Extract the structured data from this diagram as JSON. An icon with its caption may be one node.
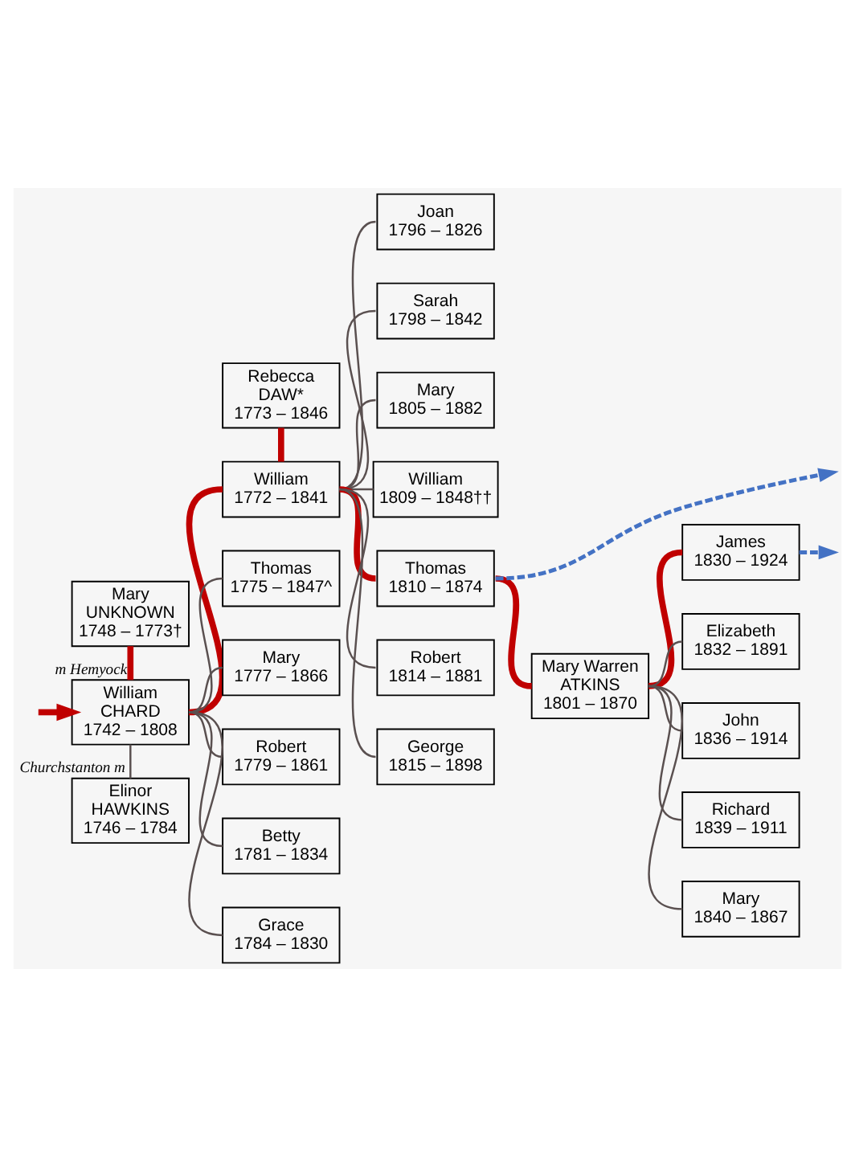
{
  "diagram": {
    "nodes": [
      {
        "text": [
          "Mary UNKNOWN",
          "1748 – 1773†"
        ]
      },
      {
        "text": [
          "William CHARD",
          "1742 – 1808"
        ]
      },
      {
        "text": [
          "Elinor HAWKINS",
          "1746 – 1784"
        ]
      },
      {
        "text": [
          "Rebecca DAW*",
          "1773 – 1846"
        ]
      },
      {
        "text": [
          "William",
          "1772 – 1841"
        ]
      },
      {
        "text": [
          "Thomas",
          "1775 – 1847^"
        ]
      },
      {
        "text": [
          "Mary",
          "1777 – 1866"
        ]
      },
      {
        "text": [
          "Robert",
          "1779 – 1861"
        ]
      },
      {
        "text": [
          "Betty",
          "1781 – 1834"
        ]
      },
      {
        "text": [
          "Grace",
          "1784 – 1830"
        ]
      },
      {
        "text": [
          "Joan",
          "1796 – 1826"
        ]
      },
      {
        "text": [
          "Sarah",
          "1798 – 1842"
        ]
      },
      {
        "text": [
          "Mary",
          "1805 – 1882"
        ]
      },
      {
        "text": [
          "William",
          "1809 – 1848††"
        ]
      },
      {
        "text": [
          "Thomas",
          "1810 – 1874"
        ]
      },
      {
        "text": [
          "Robert",
          "1814 – 1881"
        ]
      },
      {
        "text": [
          "George",
          "1815 – 1898"
        ]
      },
      {
        "text": [
          "Mary Warren ATKINS",
          "1801 – 1870"
        ]
      },
      {
        "text": [
          "James",
          "1830 – 1924"
        ]
      },
      {
        "text": [
          "Elizabeth",
          "1832 – 1891"
        ]
      },
      {
        "text": [
          "John",
          "1836 – 1914"
        ]
      },
      {
        "text": [
          "Richard",
          "1839 – 1911"
        ]
      },
      {
        "text": [
          "Mary",
          "1840 – 1867"
        ]
      }
    ],
    "edges": [
      {
        "from": null,
        "to": 1,
        "arrow": "to",
        "style": "thick",
        "color": "#c00000"
      },
      {
        "from": 0,
        "to": 1,
        "arrow": "none",
        "label": "m Hemyock",
        "style": "thick",
        "color": "#c00000"
      },
      {
        "from": 1,
        "to": 4,
        "arrow": "none",
        "style": "thick",
        "color": "#c00000"
      },
      {
        "from": 3,
        "to": 4,
        "arrow": "none",
        "style": "thick",
        "color": "#c00000"
      },
      {
        "from": 4,
        "to": 10,
        "arrow": "none"
      },
      {
        "from": 4,
        "to": 11,
        "arrow": "none"
      },
      {
        "from": 4,
        "to": 12,
        "arrow": "none"
      },
      {
        "from": 4,
        "to": 13,
        "arrow": "none"
      },
      {
        "from": 4,
        "to": 14,
        "arrow": "none",
        "style": "thick",
        "color": "#c00000"
      },
      {
        "from": 4,
        "to": 15,
        "arrow": "none"
      },
      {
        "from": 4,
        "to": 16,
        "arrow": "none"
      },
      {
        "from": 14,
        "to": null,
        "arrow": "to",
        "style": "dashed",
        "color": "#4472c4"
      },
      {
        "from": 14,
        "to": 17,
        "arrow": "none",
        "style": "thick",
        "color": "#c00000"
      },
      {
        "from": 17,
        "to": 18,
        "arrow": "none",
        "style": "thick",
        "color": "#c00000"
      },
      {
        "from": 17,
        "to": 19,
        "arrow": "none"
      },
      {
        "from": 17,
        "to": 20,
        "arrow": "none"
      },
      {
        "from": 17,
        "to": 21,
        "arrow": "none"
      },
      {
        "from": 17,
        "to": 22,
        "arrow": "none"
      },
      {
        "from": 18,
        "to": null,
        "arrow": "to",
        "style": "dashed",
        "color": "#4472c4"
      },
      {
        "from": 1,
        "to": 2,
        "arrow": "none",
        "label": "Churchstanton m"
      },
      {
        "from": 1,
        "to": 5,
        "arrow": "none"
      },
      {
        "from": 1,
        "to": 6,
        "arrow": "none"
      },
      {
        "from": 1,
        "to": 7,
        "arrow": "none"
      },
      {
        "from": 1,
        "to": 8,
        "arrow": "none"
      },
      {
        "from": 1,
        "to": 9,
        "arrow": "none"
      }
    ]
  }
}
